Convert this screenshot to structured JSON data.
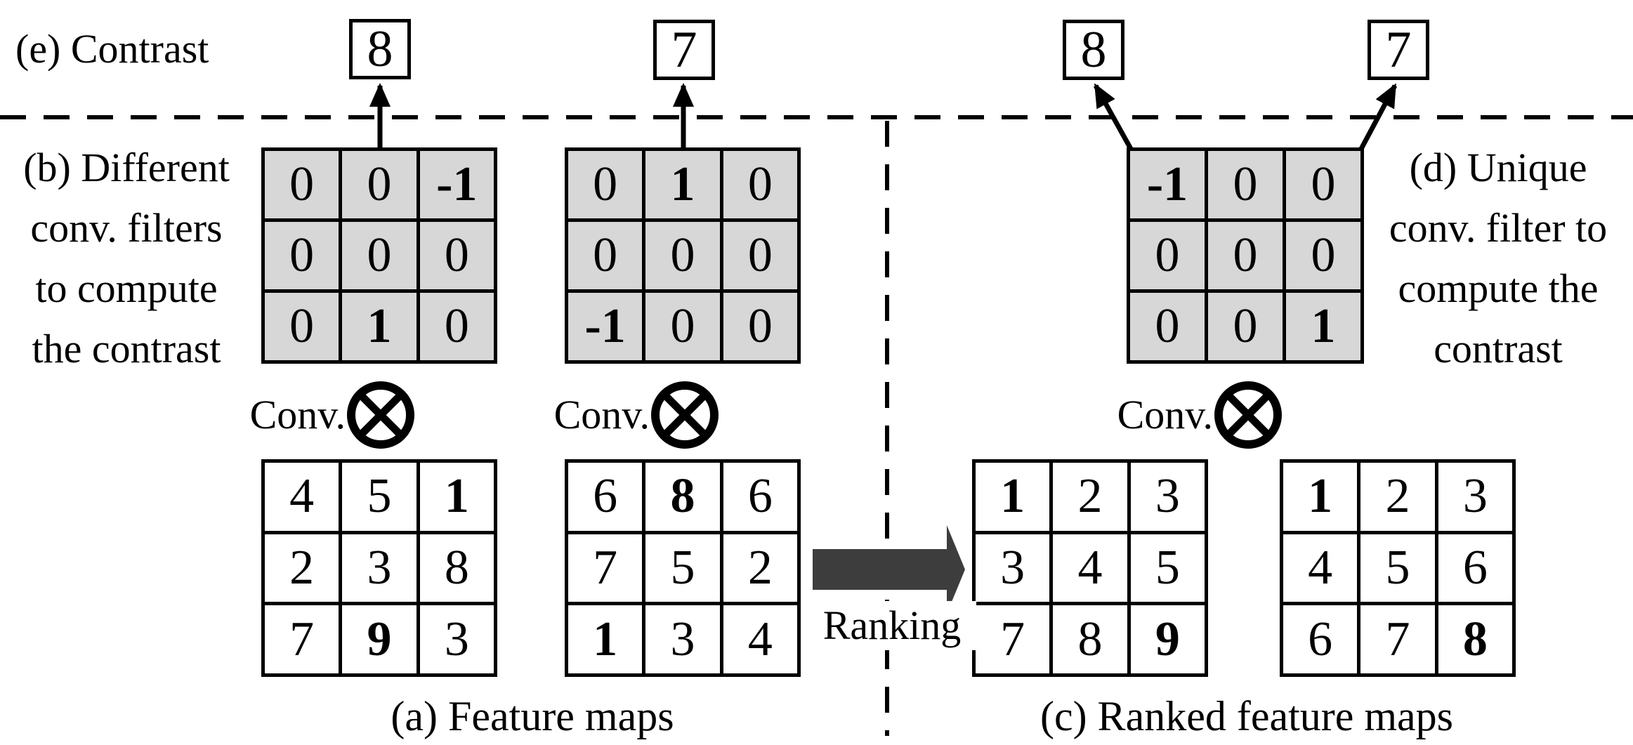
{
  "figure": {
    "panel_e_label": "(e) Contrast",
    "panel_b_lines": [
      "(b) Different",
      "conv. filters",
      "to compute",
      "the contrast"
    ],
    "panel_d_lines": [
      "(d) Unique",
      "conv. filter to",
      "compute the",
      "contrast"
    ],
    "panel_a_label": "(a) Feature maps",
    "panel_c_label": "(c) Ranked feature maps",
    "conv_label": "Conv.",
    "ranking_label": "Ranking",
    "contrast_values": [
      "8",
      "7",
      "8",
      "7"
    ]
  },
  "filters": [
    {
      "title": "filter-1",
      "cells": [
        [
          "0",
          "0",
          "-1"
        ],
        [
          "0",
          "0",
          "0"
        ],
        [
          "0",
          "1",
          "0"
        ]
      ],
      "bold": [
        [
          false,
          false,
          true
        ],
        [
          false,
          false,
          false
        ],
        [
          false,
          true,
          false
        ]
      ]
    },
    {
      "title": "filter-2",
      "cells": [
        [
          "0",
          "1",
          "0"
        ],
        [
          "0",
          "0",
          "0"
        ],
        [
          "-1",
          "0",
          "0"
        ]
      ],
      "bold": [
        [
          false,
          true,
          false
        ],
        [
          false,
          false,
          false
        ],
        [
          true,
          false,
          false
        ]
      ]
    },
    {
      "title": "unique-filter",
      "cells": [
        [
          "-1",
          "0",
          "0"
        ],
        [
          "0",
          "0",
          "0"
        ],
        [
          "0",
          "0",
          "1"
        ]
      ],
      "bold": [
        [
          true,
          false,
          false
        ],
        [
          false,
          false,
          false
        ],
        [
          false,
          false,
          true
        ]
      ]
    }
  ],
  "feature_maps": [
    {
      "title": "feature-map-1",
      "cells": [
        [
          "4",
          "5",
          "1"
        ],
        [
          "2",
          "3",
          "8"
        ],
        [
          "7",
          "9",
          "3"
        ]
      ],
      "bold": [
        [
          false,
          false,
          true
        ],
        [
          false,
          false,
          false
        ],
        [
          false,
          true,
          false
        ]
      ]
    },
    {
      "title": "feature-map-2",
      "cells": [
        [
          "6",
          "8",
          "6"
        ],
        [
          "7",
          "5",
          "2"
        ],
        [
          "1",
          "3",
          "4"
        ]
      ],
      "bold": [
        [
          false,
          true,
          false
        ],
        [
          false,
          false,
          false
        ],
        [
          true,
          false,
          false
        ]
      ]
    }
  ],
  "ranked_maps": [
    {
      "title": "ranked-map-1",
      "cells": [
        [
          "1",
          "2",
          "3"
        ],
        [
          "3",
          "4",
          "5"
        ],
        [
          "7",
          "8",
          "9"
        ]
      ],
      "bold": [
        [
          true,
          false,
          false
        ],
        [
          false,
          false,
          false
        ],
        [
          false,
          false,
          true
        ]
      ]
    },
    {
      "title": "ranked-map-2",
      "cells": [
        [
          "1",
          "2",
          "3"
        ],
        [
          "4",
          "5",
          "6"
        ],
        [
          "6",
          "7",
          "8"
        ]
      ],
      "bold": [
        [
          true,
          false,
          false
        ],
        [
          false,
          false,
          false
        ],
        [
          false,
          false,
          true
        ]
      ]
    }
  ],
  "colors": {
    "matrix_gray": "#d7d7d7",
    "arrow_fill": "#3d3d3d",
    "line_black": "#000000"
  }
}
